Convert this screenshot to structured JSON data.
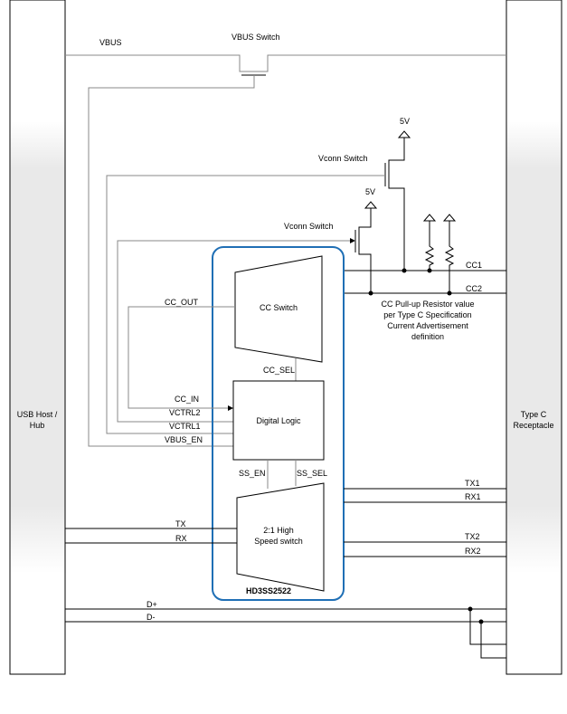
{
  "blocks": {
    "usb_host": [
      "USB Host /",
      "Hub"
    ],
    "type_c": [
      "Type C",
      "Receptacle"
    ],
    "cc_switch": "CC Switch",
    "digital_logic": "Digital Logic",
    "hs_switch": [
      "2:1 High",
      "Speed switch"
    ],
    "chip": "HD3SS2522"
  },
  "labels": {
    "vbus": "VBUS",
    "vbus_switch": "VBUS Switch",
    "vconn_switch_1": "Vconn Switch",
    "vconn_switch_2": "Vconn Switch",
    "supply_1": "5V",
    "supply_2": "5V",
    "cc_out": "CC_OUT",
    "cc_sel": "CC_SEL",
    "cc_in": "CC_IN",
    "vctrl2": "VCTRL2",
    "vctrl1": "VCTRL1",
    "vbus_en": "VBUS_EN",
    "ss_en": "SS_EN",
    "ss_sel": "SS_SEL",
    "tx": "TX",
    "rx": "RX",
    "tx1": "TX1",
    "rx1": "RX1",
    "tx2": "TX2",
    "rx2": "RX2",
    "cc1": "CC1",
    "cc2": "CC2",
    "d_plus": "D+",
    "d_minus": "D-",
    "pullup_note": [
      "CC Pull-up Resistor value",
      "per Type C Specification",
      "Current Advertisement",
      "definition"
    ]
  }
}
